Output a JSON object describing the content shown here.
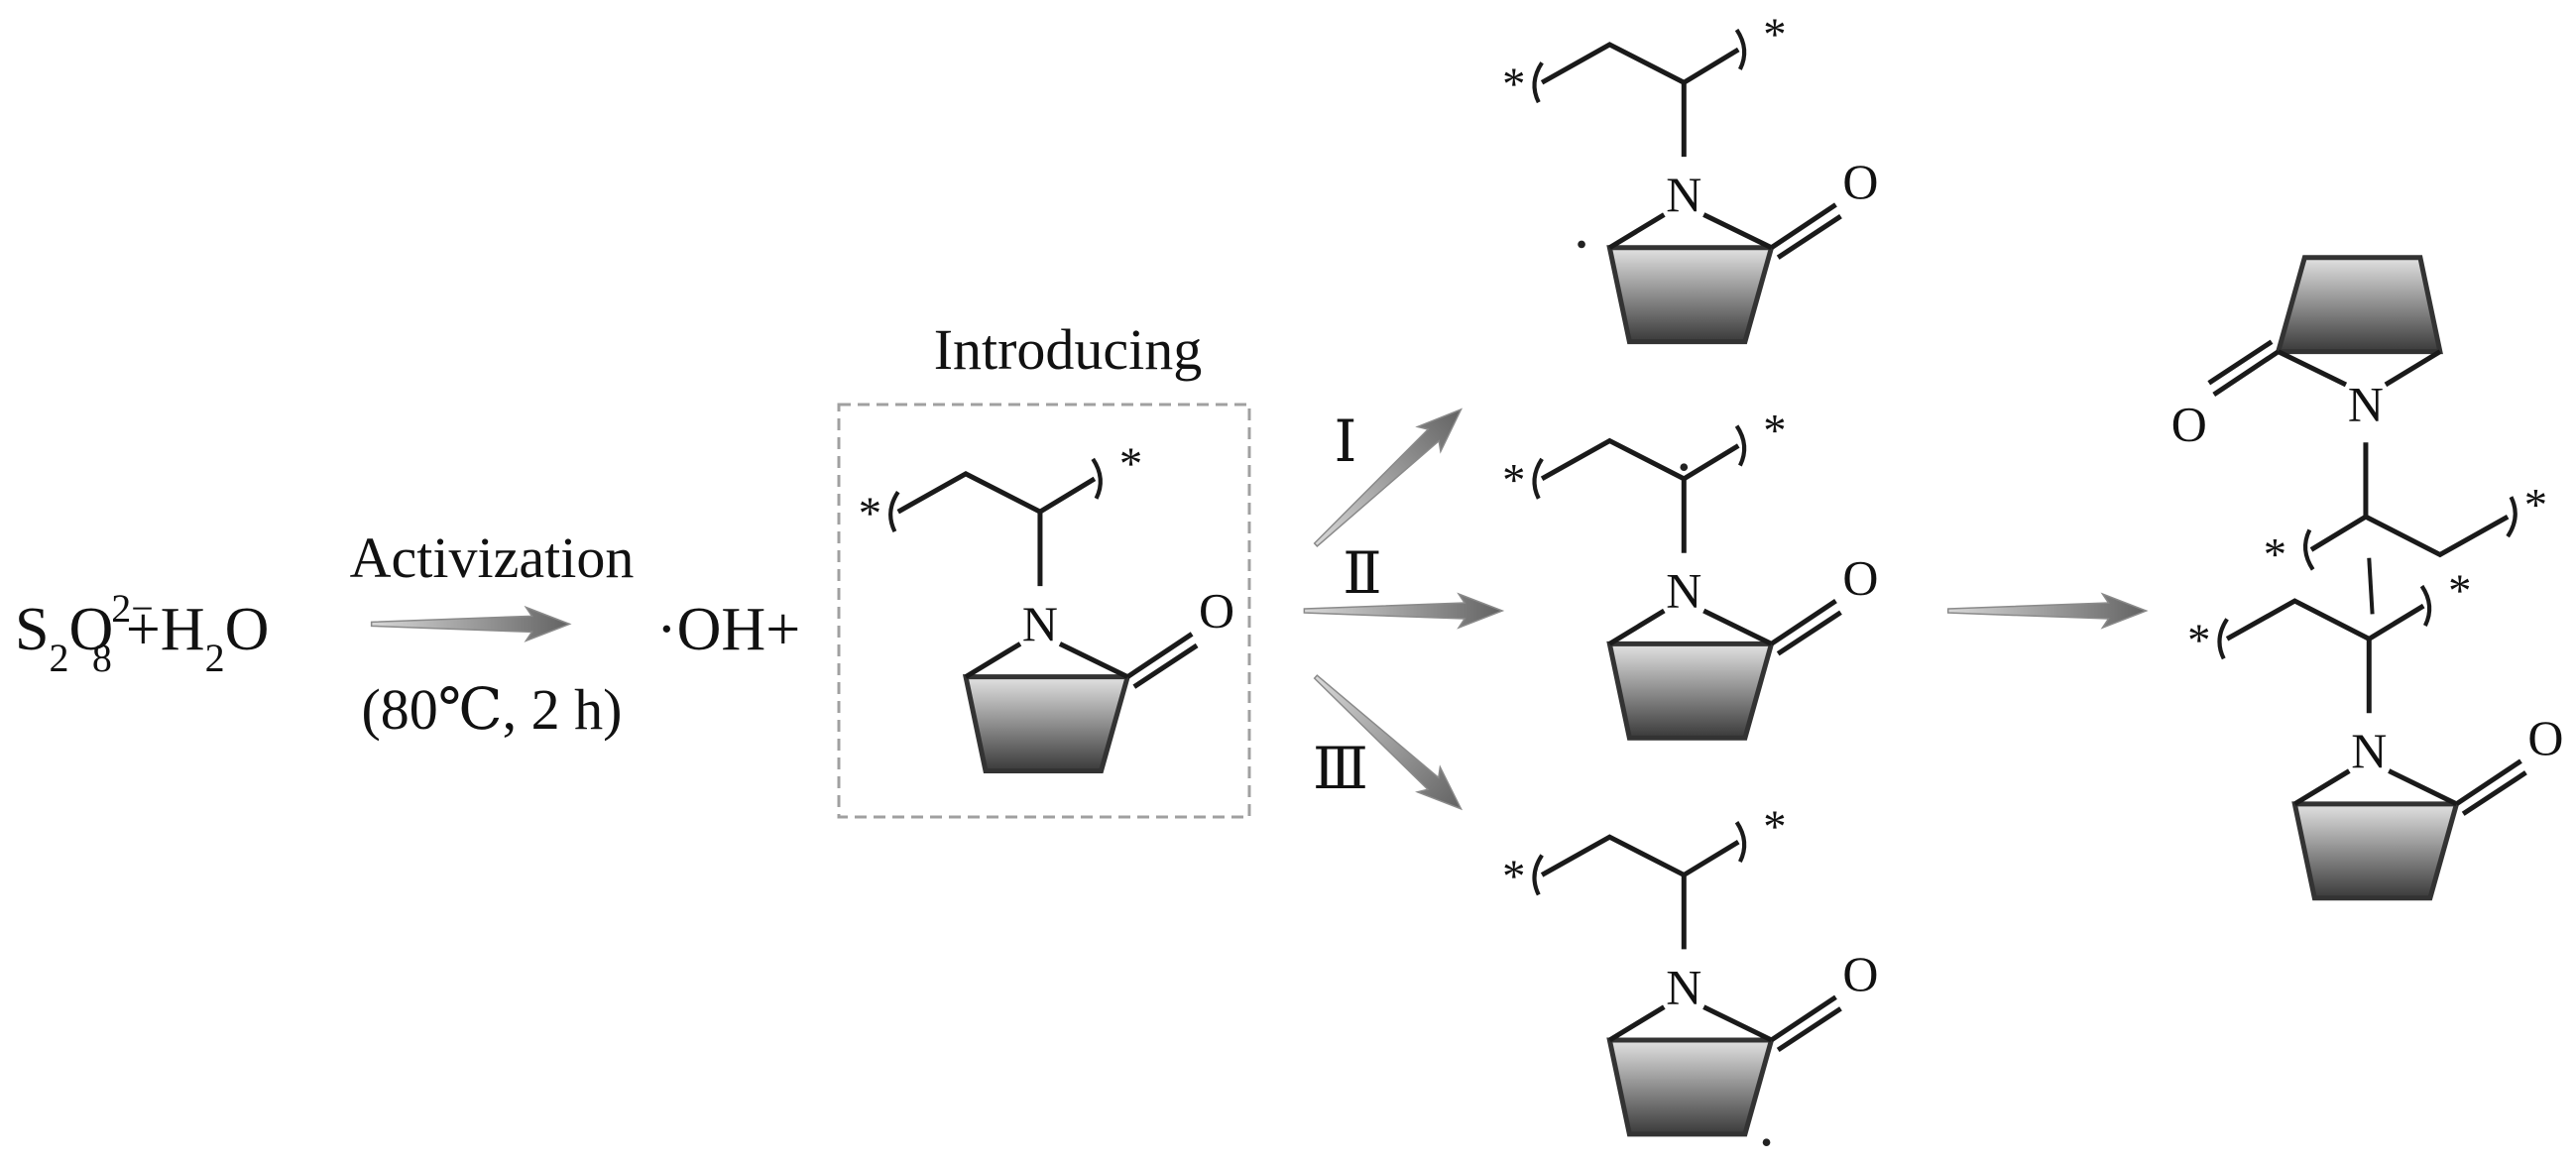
{
  "reactants": {
    "S": "S",
    "S_sub": "2",
    "O": "O",
    "O_sub": "8",
    "charge": "2−",
    "plus_water": "+H",
    "H_sub": "2",
    "water_O": "O"
  },
  "activation": {
    "label": "Activization",
    "conditions": "(80℃, 2 h)"
  },
  "radical": {
    "label": "·OH+"
  },
  "introducing": {
    "label": "Introducing"
  },
  "pathways": {
    "I": "Ⅰ",
    "II": "Ⅱ",
    "III": "Ⅲ"
  },
  "atoms": {
    "N": "N",
    "O": "O",
    "star": "*",
    "dot": "·"
  },
  "colors": {
    "bond": "#1a1a1a",
    "ring_top": "#e2e2e2",
    "ring_bottom": "#3a3a3a",
    "arrow_light": "#cfcfcf",
    "arrow_dark": "#6a6a6a",
    "box": "#a0a0a0"
  }
}
